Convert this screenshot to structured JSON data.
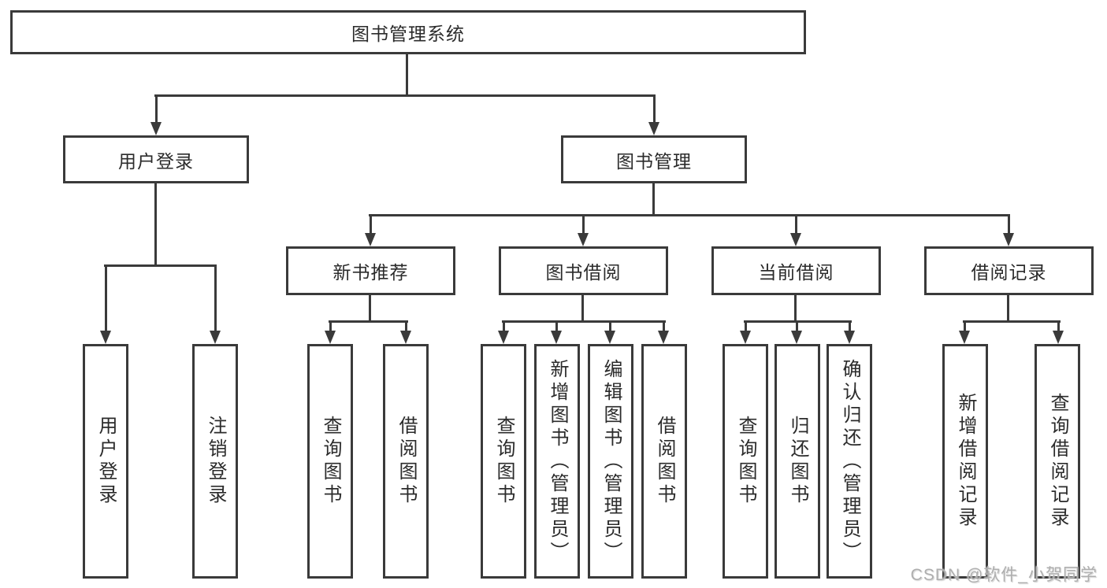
{
  "diagram": {
    "root": "图书管理系统",
    "level2": [
      "用户登录",
      "图书管理"
    ],
    "level3": [
      "新书推荐",
      "图书借阅",
      "当前借阅",
      "借阅记录"
    ],
    "leaves": [
      "用户登录",
      "注销登录",
      "查询图书",
      "借阅图书",
      "查询图书",
      "新增图书（管理员）",
      "编辑图书（管理员）",
      "借阅图书",
      "查询图书",
      "归还图书",
      "确认归还（管理员）",
      "新增借阅记录",
      "查询借阅记录"
    ]
  },
  "watermark": "CSDN @软件_小贺同学",
  "colors": {
    "line": "#3a3a3a",
    "text": "#2b2b2b",
    "background": "#ffffff",
    "watermark": "#aeaeae"
  }
}
